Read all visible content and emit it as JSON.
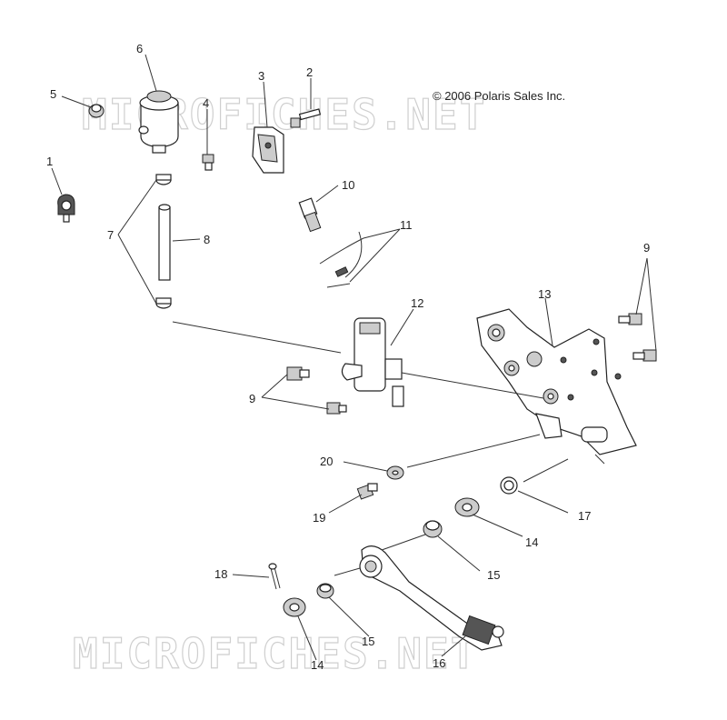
{
  "copyright": "© 2006 Polaris Sales Inc.",
  "watermark": [
    "MICROFICHES.NET",
    "MICROFICHES.NET"
  ],
  "callouts": [
    "1",
    "2",
    "3",
    "4",
    "5",
    "6",
    "7",
    "8",
    "9",
    "9",
    "10",
    "11",
    "12",
    "13",
    "14",
    "14",
    "15",
    "15",
    "16",
    "17",
    "18",
    "19",
    "20"
  ]
}
